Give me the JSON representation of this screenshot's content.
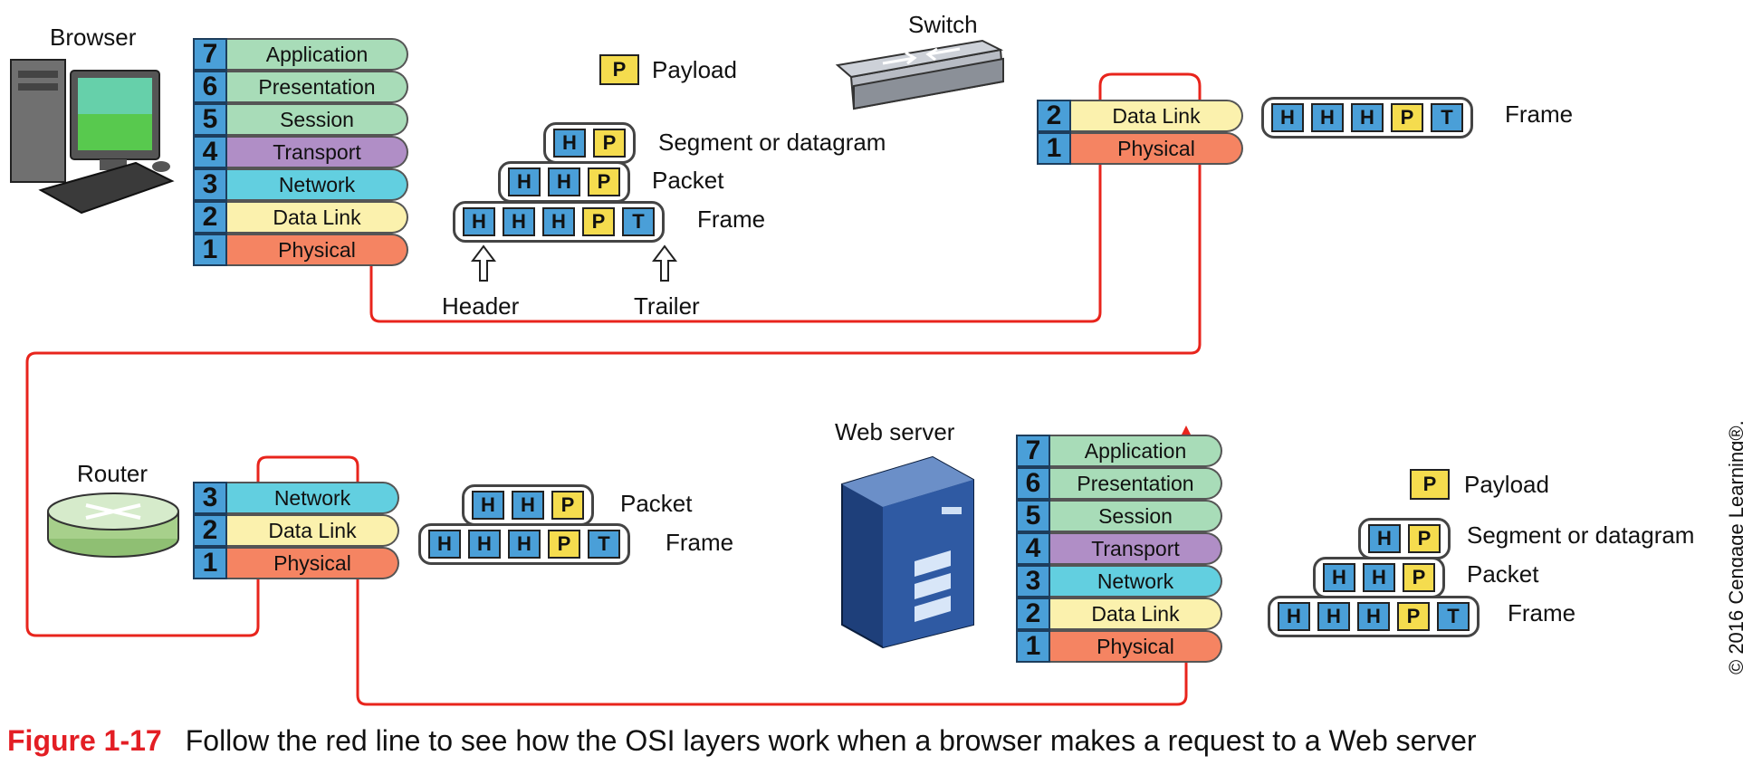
{
  "devices": {
    "browser": "Browser",
    "switch": "Switch",
    "router": "Router",
    "web_server": "Web server"
  },
  "layers": {
    "7": "Application",
    "6": "Presentation",
    "5": "Session",
    "4": "Transport",
    "3": "Network",
    "2": "Data Link",
    "1": "Physical"
  },
  "layer_colors": {
    "7": "#a8dcb8",
    "6": "#a8dcb8",
    "5": "#a8dcb8",
    "4": "#b08ec6",
    "3": "#62cfe0",
    "2": "#fbf1ad",
    "1": "#f58462"
  },
  "pdu_labels": {
    "payload": "Payload",
    "segment": "Segment or datagram",
    "packet": "Packet",
    "frame": "Frame",
    "header": "Header",
    "trailer": "Trailer"
  },
  "box_letters": {
    "header": "H",
    "payload": "P",
    "trailer": "T"
  },
  "colors": {
    "path": "#e8241c",
    "header_box": "#4a9fd8",
    "payload_box": "#f5dc4e"
  },
  "caption": {
    "figure": "Figure 1-17",
    "text": "Follow the red line to see how the OSI layers work when a browser makes a request to a Web server"
  },
  "copyright": "© 2016 Cengage Learning®."
}
